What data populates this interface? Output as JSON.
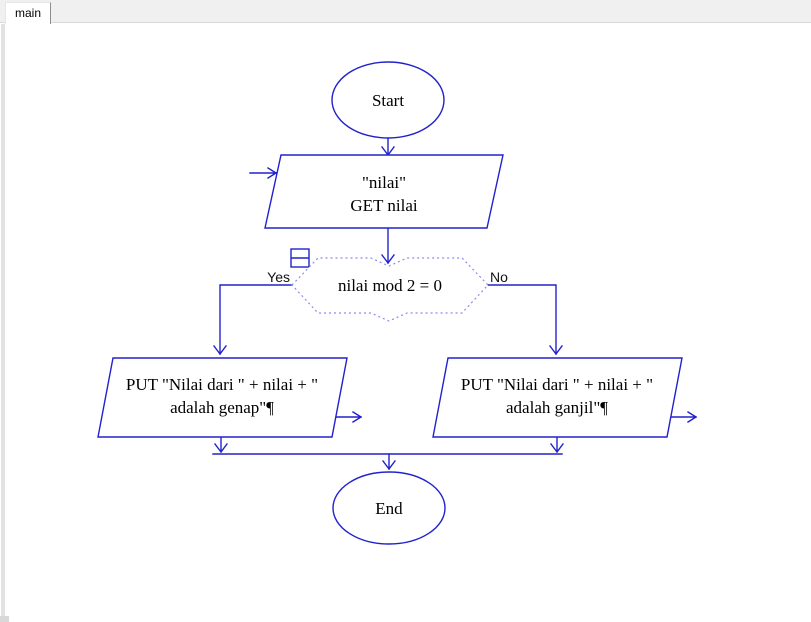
{
  "tab": {
    "label": "main"
  },
  "colors": {
    "flowline": "#2222cc",
    "dotted": "#8c8cea"
  },
  "flowchart": {
    "start": {
      "label": "Start"
    },
    "input": {
      "line1": "\"nilai\"",
      "line2": "GET nilai"
    },
    "decision": {
      "label": "nilai mod 2 = 0",
      "yes_label": "Yes",
      "no_label": "No"
    },
    "output_left": {
      "line1": "PUT \"Nilai dari \" + nilai + \"",
      "line2": "adalah genap\"¶"
    },
    "output_right": {
      "line1": "PUT \"Nilai dari \" + nilai + \"",
      "line2": "adalah ganjil\"¶"
    },
    "end": {
      "label": "End"
    }
  }
}
